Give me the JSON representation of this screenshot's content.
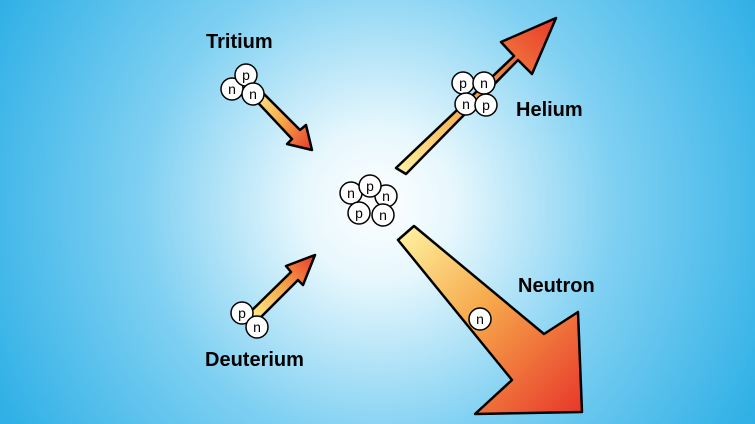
{
  "labels": {
    "tritium": "Tritium",
    "deuterium": "Deuterium",
    "helium": "Helium",
    "neutron": "Neutron"
  },
  "particles": {
    "proton": "p",
    "neutron": "n"
  },
  "colors": {
    "background_center": "#ffffff",
    "background_edge": "#2fb0e6",
    "arrow_start": "#ffef8a",
    "arrow_mid": "#f6a74a",
    "arrow_end": "#e8392b",
    "nucleon_fill": "#ffffff",
    "outline": "#000000"
  }
}
